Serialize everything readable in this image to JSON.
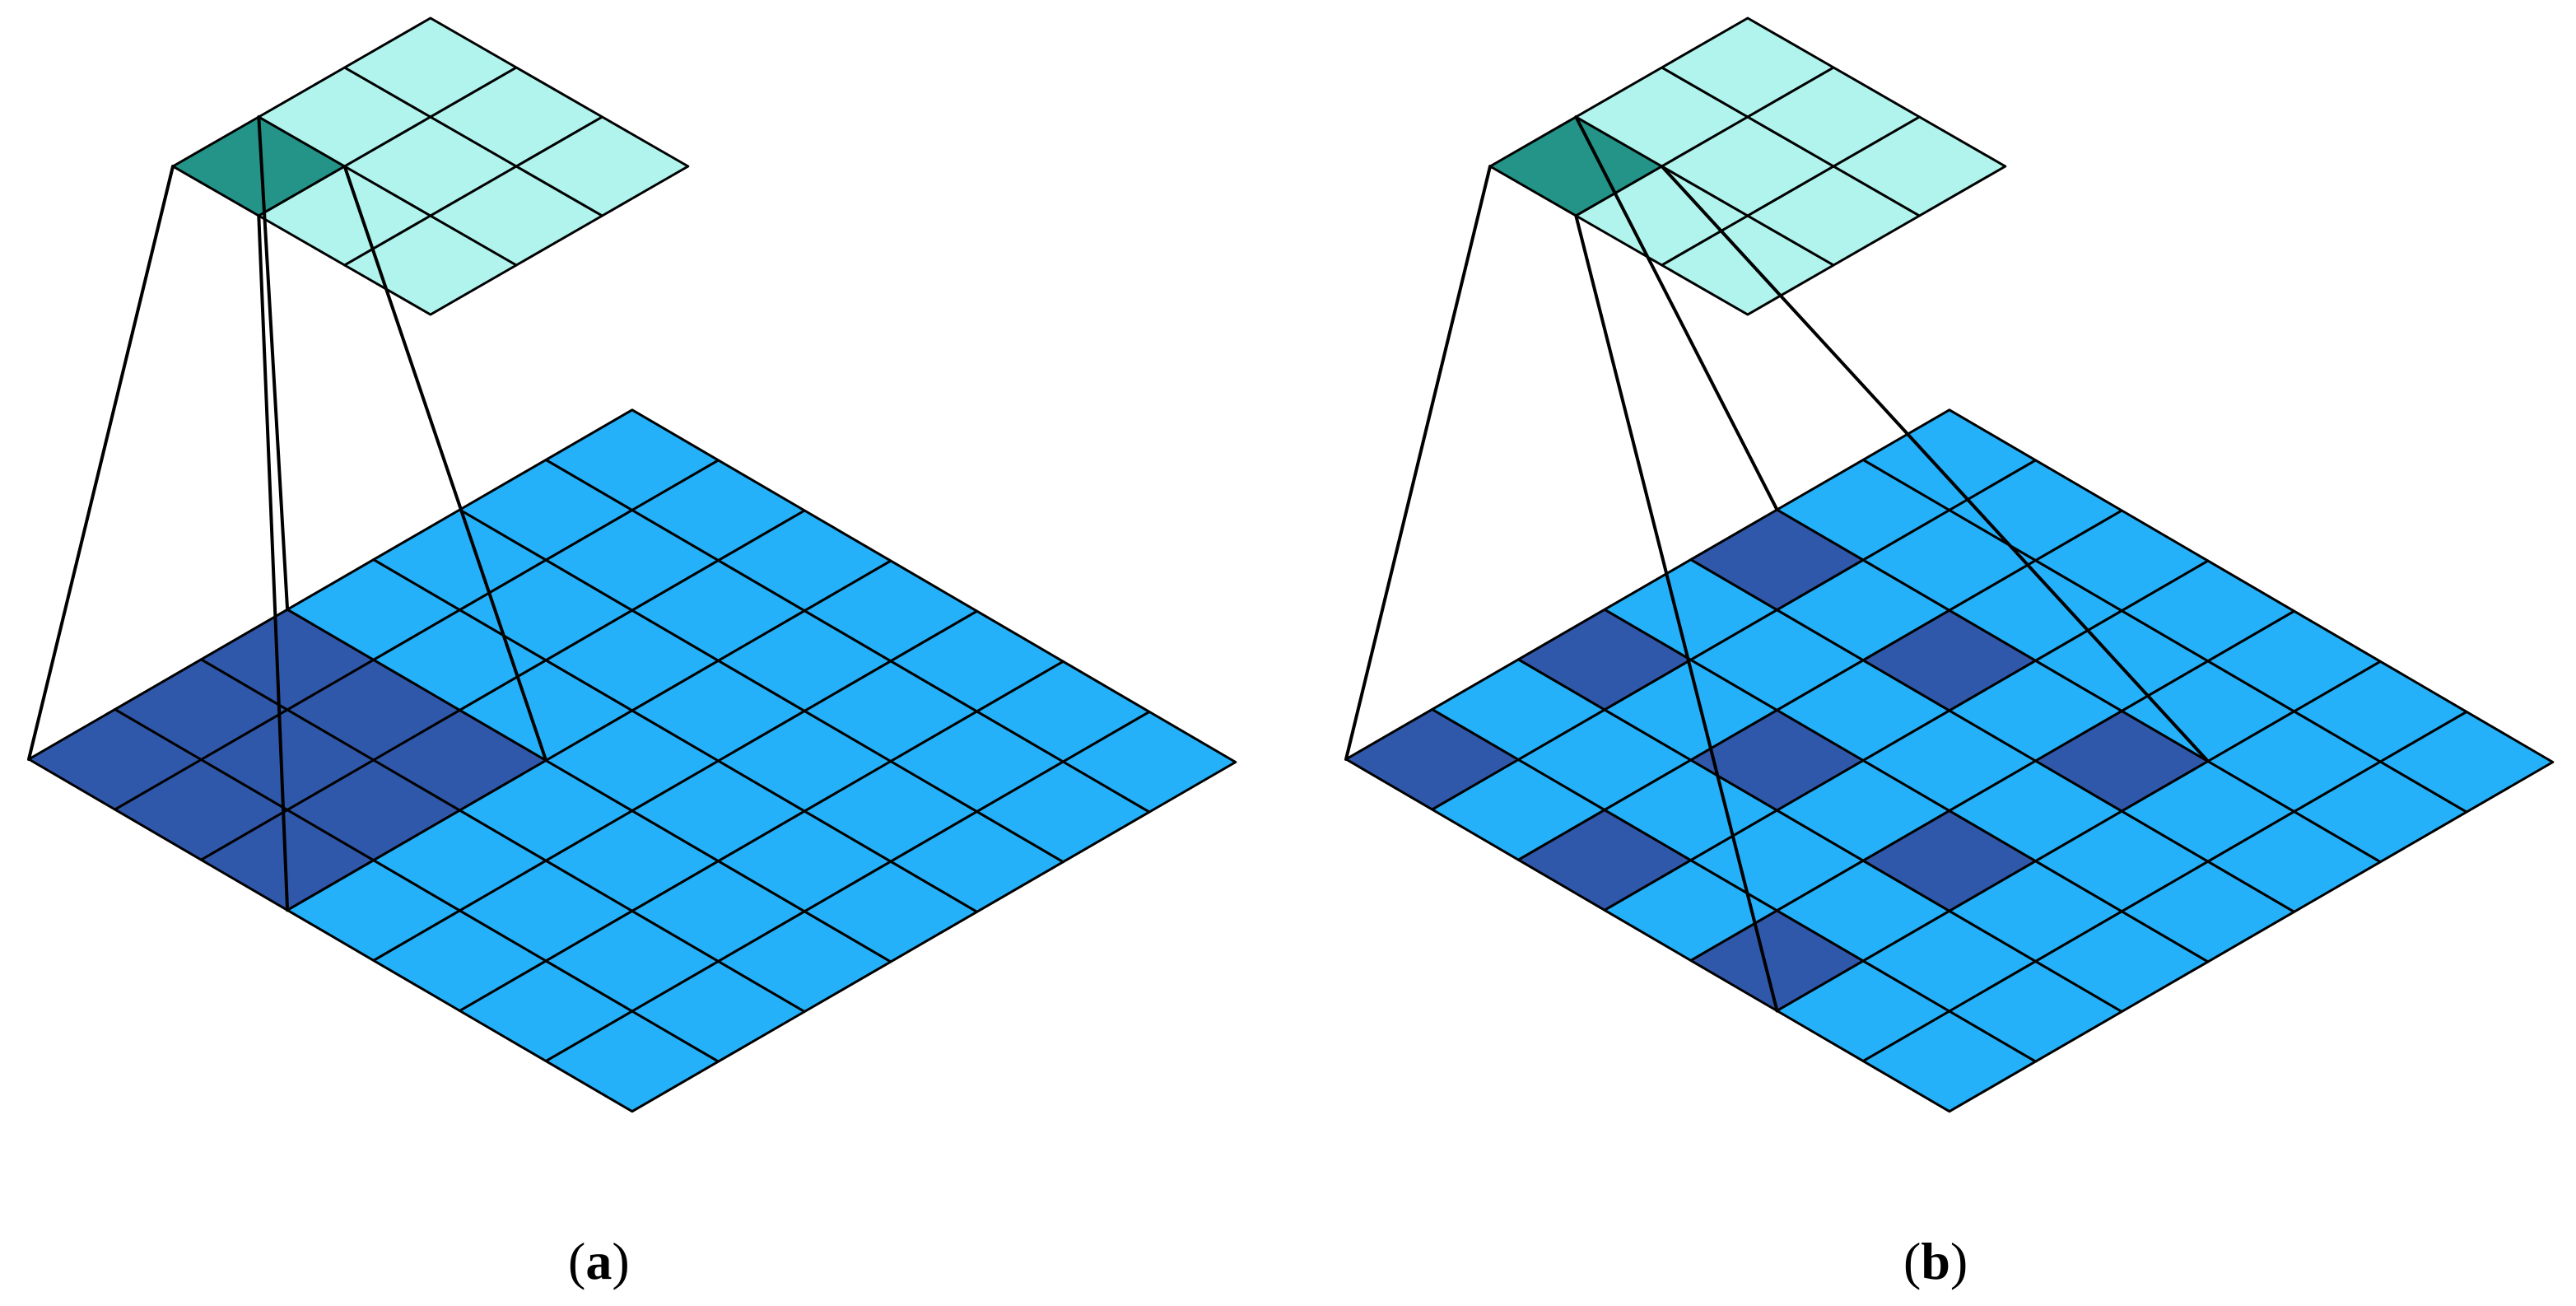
{
  "colors": {
    "input_cell": "#24b1f9",
    "receptive_cell": "#3058aa",
    "output_cell": "#b0f4ed",
    "output_active": "#239487",
    "grid_line": "#000000"
  },
  "panels": [
    {
      "id": "a",
      "caption": {
        "open": "(",
        "letter": "a",
        "close": ")"
      },
      "input_grid": {
        "rows": 7,
        "cols": 7
      },
      "output_grid": {
        "rows": 3,
        "cols": 3
      },
      "receptive_field": [
        [
          0,
          0
        ],
        [
          0,
          1
        ],
        [
          0,
          2
        ],
        [
          1,
          0
        ],
        [
          1,
          1
        ],
        [
          1,
          2
        ],
        [
          2,
          0
        ],
        [
          2,
          1
        ],
        [
          2,
          2
        ]
      ],
      "dilation": 1
    },
    {
      "id": "b",
      "caption": {
        "open": "(",
        "letter": "b",
        "close": ")"
      },
      "input_grid": {
        "rows": 7,
        "cols": 7
      },
      "output_grid": {
        "rows": 3,
        "cols": 3
      },
      "receptive_field": [
        [
          0,
          0
        ],
        [
          0,
          2
        ],
        [
          0,
          4
        ],
        [
          2,
          0
        ],
        [
          2,
          2
        ],
        [
          2,
          4
        ],
        [
          4,
          0
        ],
        [
          4,
          2
        ],
        [
          4,
          4
        ]
      ],
      "dilation": 2
    }
  ]
}
